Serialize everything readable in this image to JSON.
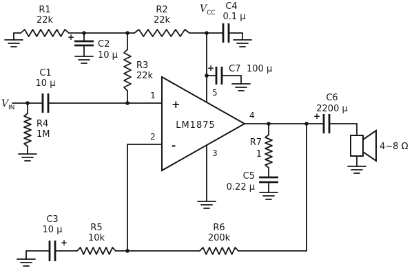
{
  "schematic": {
    "chip": {
      "label": "LM1875",
      "plus": "+",
      "minus": "-",
      "pins": {
        "in_plus": "1",
        "in_minus": "2",
        "gnd": "3",
        "out": "4",
        "vcc": "5"
      }
    },
    "components": {
      "r1": {
        "name": "R1",
        "value": "22k"
      },
      "r2": {
        "name": "R2",
        "value": "22k"
      },
      "r3": {
        "name": "R3",
        "value": "22k"
      },
      "r4": {
        "name": "R4",
        "value": "1M"
      },
      "r5": {
        "name": "R5",
        "value": "10k"
      },
      "r6": {
        "name": "R6",
        "value": "200k"
      },
      "r7": {
        "name": "R7",
        "value": "1"
      },
      "c1": {
        "name": "C1",
        "value": "10 µ"
      },
      "c2": {
        "name": "C2",
        "value": "10 µ",
        "polarity": "+"
      },
      "c3": {
        "name": "C3",
        "value": "10 µ",
        "polarity": "+"
      },
      "c4": {
        "name": "C4",
        "value": "0.1 µ"
      },
      "c5": {
        "name": "C5",
        "value": "0.22 µ"
      },
      "c6": {
        "name": "C6",
        "value": "2200 µ",
        "polarity": "+"
      },
      "c7": {
        "name": "C7",
        "value": "100 µ",
        "polarity": "+"
      }
    },
    "labels": {
      "vcc_main": "V",
      "vcc_sub": "CC",
      "vin_main": "V",
      "vin_sub": "IN",
      "speaker_impedance": "4~8 Ω"
    }
  }
}
